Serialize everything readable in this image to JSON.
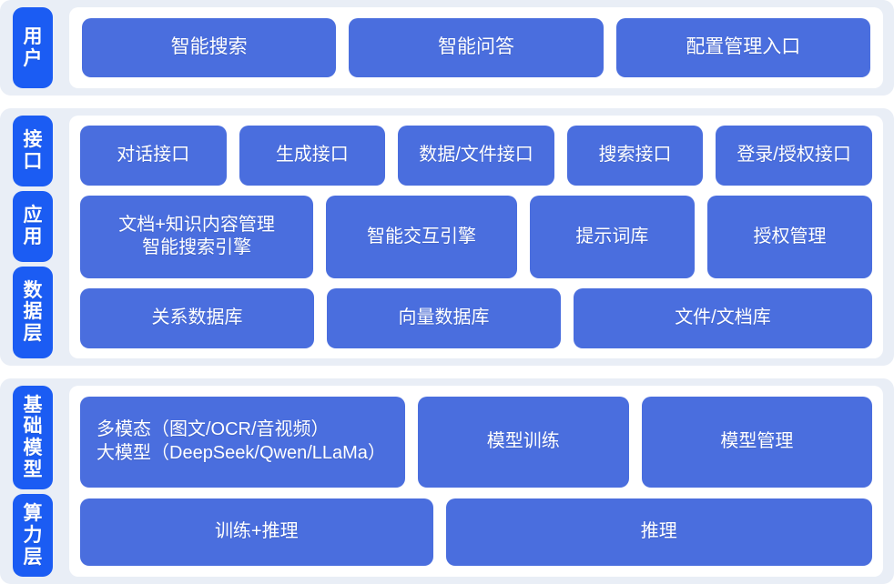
{
  "colors": {
    "section_band": "#e9eef6",
    "panel": "#ffffff",
    "rail_tab": "#1b5cf3",
    "box": "#4a6ede",
    "box_text": "#ffffff",
    "page_background": "#ffffff"
  },
  "sections": [
    {
      "id": "user",
      "rail": [
        {
          "label": "用户"
        }
      ],
      "rows": [
        {
          "id": "user-entries",
          "boxes": [
            {
              "label": "智能搜索",
              "weight": 1
            },
            {
              "label": "智能问答",
              "weight": 1
            },
            {
              "label": "配置管理入口",
              "weight": 1
            }
          ]
        }
      ]
    },
    {
      "id": "mid",
      "rail": [
        {
          "label": "接口"
        },
        {
          "label": "应用"
        },
        {
          "label": "数据层"
        }
      ],
      "rows": [
        {
          "id": "interface",
          "boxes": [
            {
              "label": "对话接口",
              "weight": 1
            },
            {
              "label": "生成接口",
              "weight": 1
            },
            {
              "label": "数据/文件接口",
              "weight": 1.08
            },
            {
              "label": "搜索接口",
              "weight": 0.92
            },
            {
              "label": "登录/授权接口",
              "weight": 1.08
            }
          ]
        },
        {
          "id": "application",
          "boxes": [
            {
              "label": "文档+知识内容管理\n智能搜索引擎",
              "weight": 1.32
            },
            {
              "label": "智能交互引擎",
              "weight": 1.06
            },
            {
              "label": "提示词库",
              "weight": 0.9
            },
            {
              "label": "授权管理",
              "weight": 0.9
            }
          ]
        },
        {
          "id": "data",
          "boxes": [
            {
              "label": "关系数据库",
              "weight": 1
            },
            {
              "label": "向量数据库",
              "weight": 1
            },
            {
              "label": "文件/文档库",
              "weight": 1.3
            }
          ]
        }
      ]
    },
    {
      "id": "base",
      "rail": [
        {
          "label": "基础模型"
        },
        {
          "label": "算力层"
        }
      ],
      "rows": [
        {
          "id": "model",
          "boxes": [
            {
              "label": "多模态（图文/OCR/音视频）\n大模型（DeepSeek/Qwen/LLaMa）",
              "weight": 1.55,
              "align": "left"
            },
            {
              "label": "模型训练",
              "weight": 1.0
            },
            {
              "label": "模型管理",
              "weight": 1.1
            }
          ]
        },
        {
          "id": "compute",
          "boxes": [
            {
              "label": "训练+推理",
              "weight": 1
            },
            {
              "label": "推理",
              "weight": 1.22
            }
          ]
        }
      ]
    }
  ]
}
